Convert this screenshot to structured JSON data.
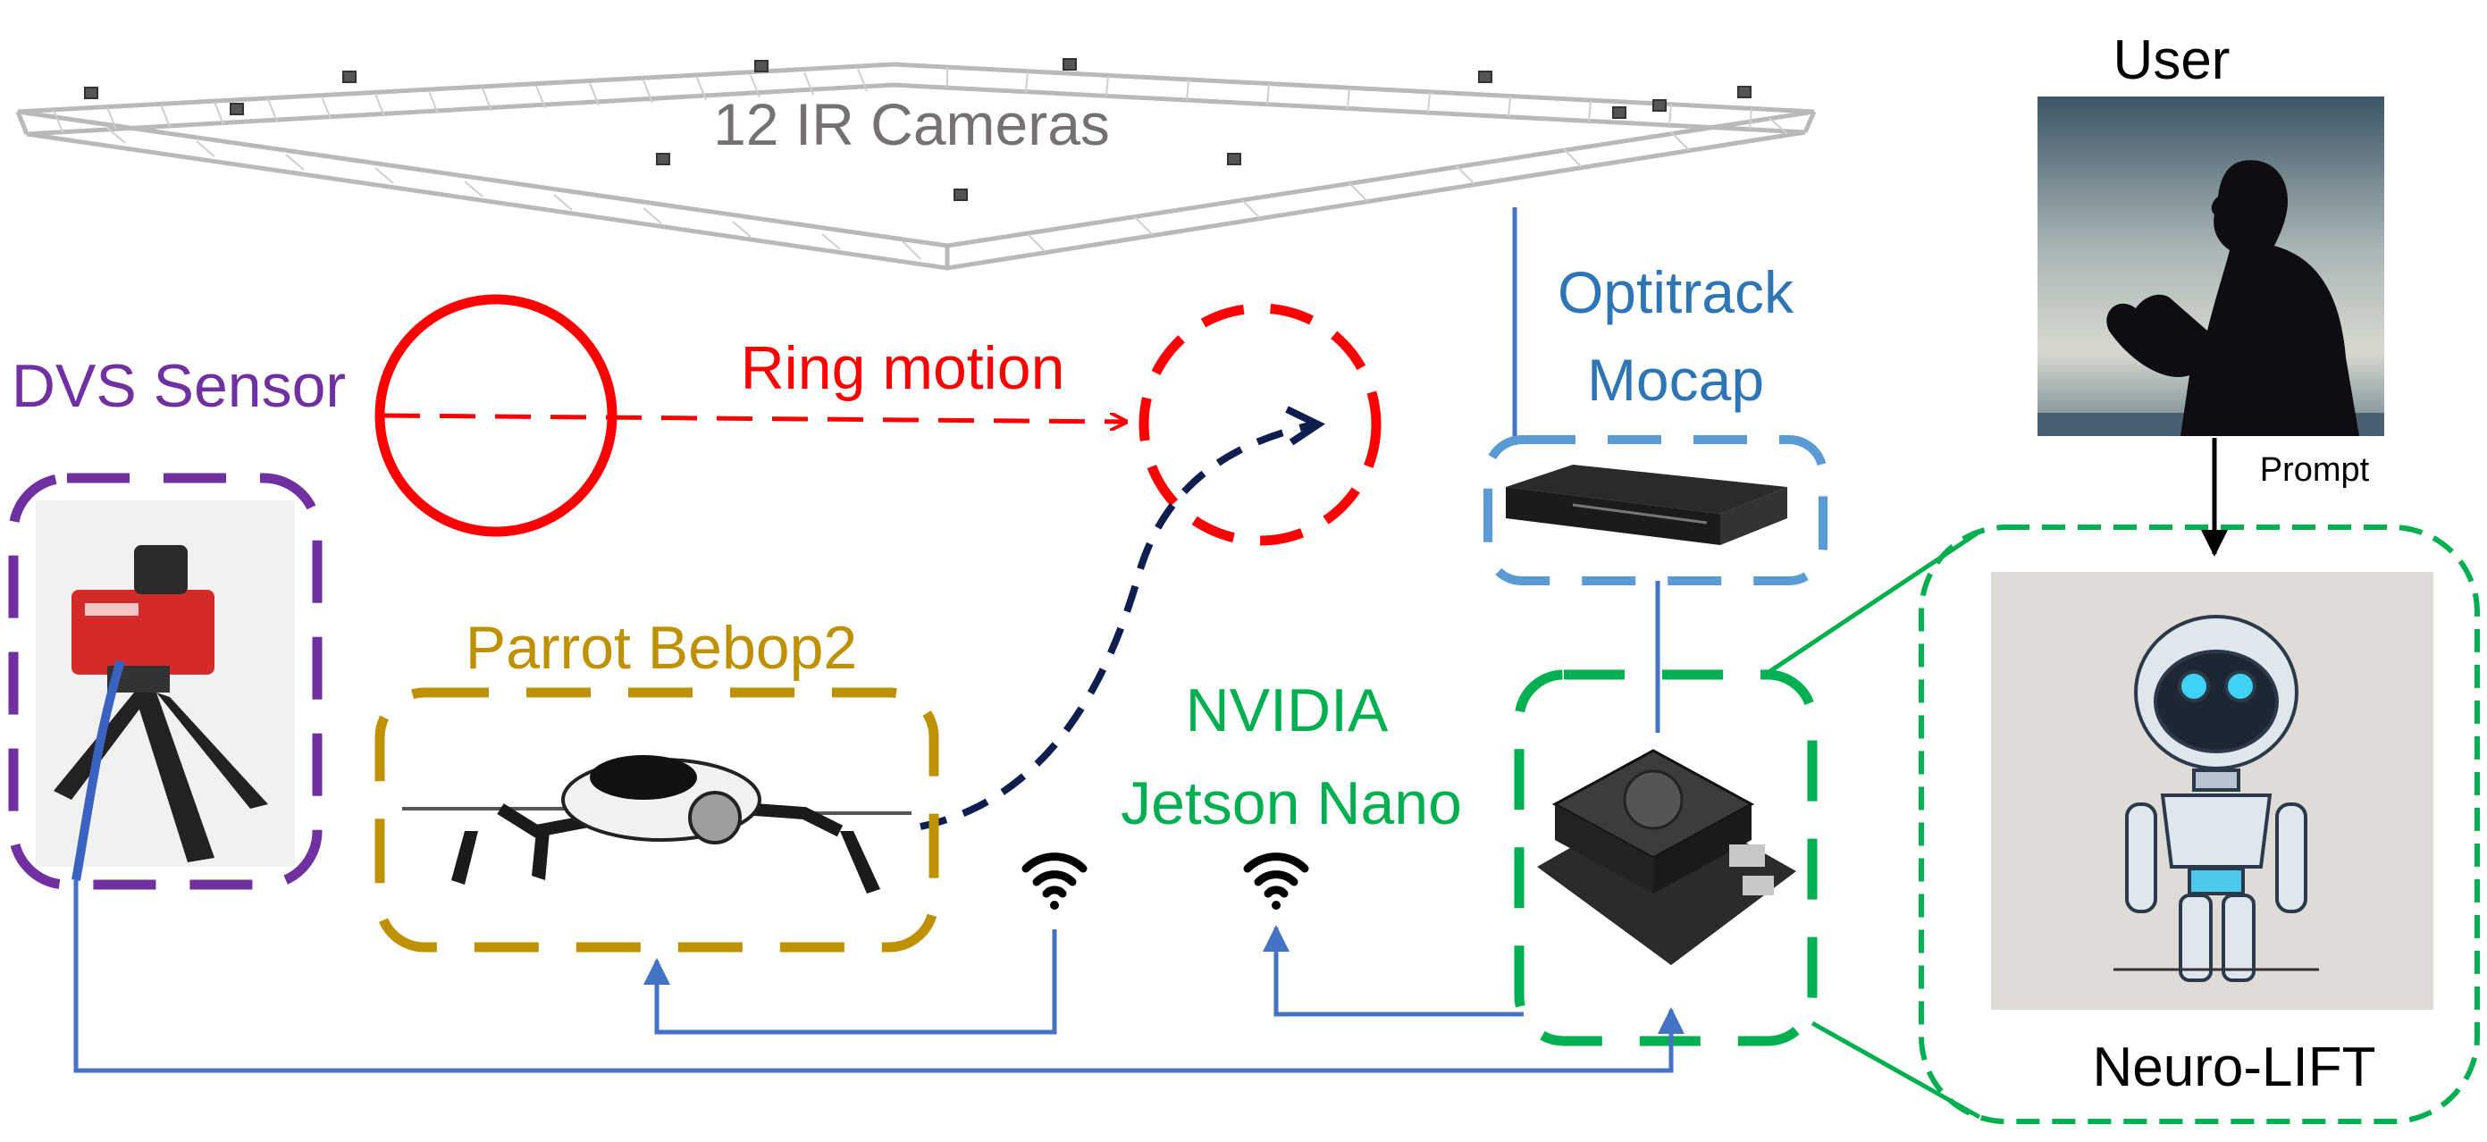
{
  "labels": {
    "cameras": "12 IR Cameras",
    "dvs_sensor": "DVS Sensor",
    "ring_motion": "Ring motion",
    "optitrack_line1": "Optitrack",
    "optitrack_line2": "Mocap",
    "user": "User",
    "prompt": "Prompt",
    "parrot": "Parrot Bebop2",
    "nvidia_line1": "NVIDIA",
    "nvidia_line2": "Jetson Nano",
    "neuro_lift": "Neuro-LIFT"
  },
  "colors": {
    "dvs": "#7030a0",
    "ring": "#ff0000",
    "optitrack": "#2e75b6",
    "parrot": "#bf9000",
    "nvidia": "#00b050",
    "connection": "#4472c4",
    "trajectory": "#0e1f4f",
    "camera_label": "#767171"
  }
}
